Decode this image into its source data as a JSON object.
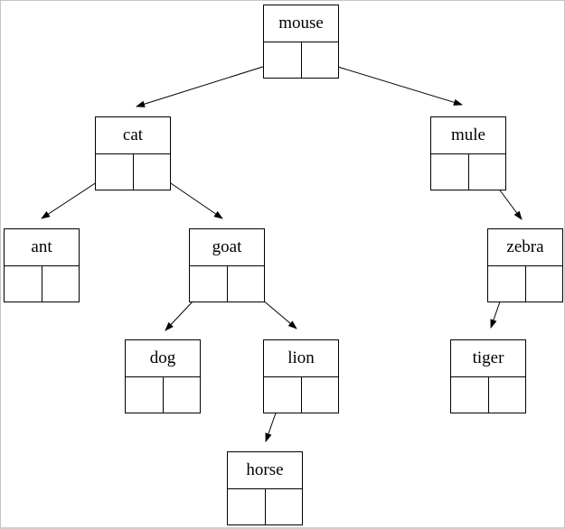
{
  "diagram": {
    "type": "binary-tree",
    "colors": {
      "line": "#000000",
      "background": "#ffffff",
      "page_border": "#c4c4c4"
    },
    "nodes": [
      {
        "id": "mouse",
        "label": "mouse"
      },
      {
        "id": "cat",
        "label": "cat"
      },
      {
        "id": "mule",
        "label": "mule"
      },
      {
        "id": "ant",
        "label": "ant"
      },
      {
        "id": "goat",
        "label": "goat"
      },
      {
        "id": "zebra",
        "label": "zebra"
      },
      {
        "id": "dog",
        "label": "dog"
      },
      {
        "id": "lion",
        "label": "lion"
      },
      {
        "id": "tiger",
        "label": "tiger"
      },
      {
        "id": "horse",
        "label": "horse"
      }
    ],
    "edges": [
      {
        "from": "mouse",
        "slot": "left",
        "to": "cat"
      },
      {
        "from": "mouse",
        "slot": "right",
        "to": "mule"
      },
      {
        "from": "cat",
        "slot": "left",
        "to": "ant"
      },
      {
        "from": "cat",
        "slot": "right",
        "to": "goat"
      },
      {
        "from": "goat",
        "slot": "left",
        "to": "dog"
      },
      {
        "from": "goat",
        "slot": "right",
        "to": "lion"
      },
      {
        "from": "lion",
        "slot": "left",
        "to": "horse"
      },
      {
        "from": "mule",
        "slot": "right",
        "to": "zebra"
      },
      {
        "from": "zebra",
        "slot": "left",
        "to": "tiger"
      }
    ]
  }
}
